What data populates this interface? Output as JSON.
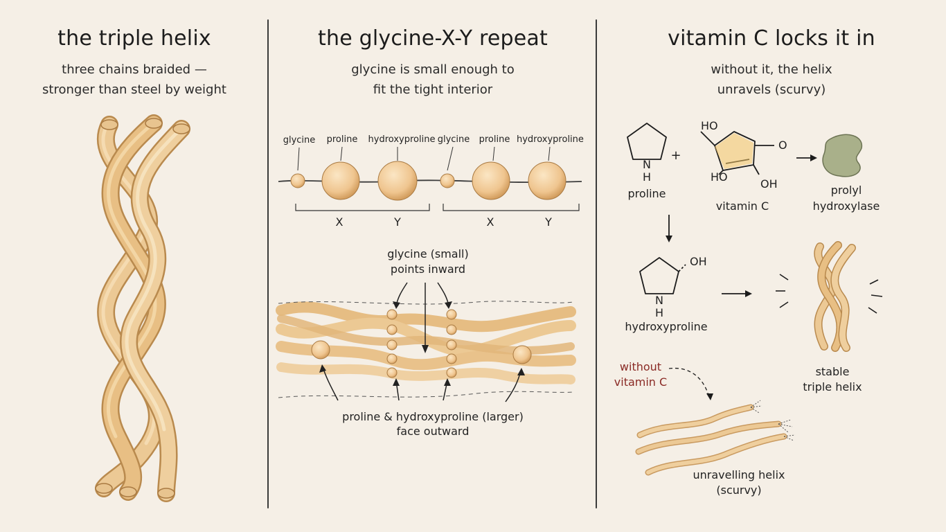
{
  "panels": {
    "helix": {
      "title": "the triple helix",
      "subtitle_line1": "three chains braided —",
      "subtitle_line2": "stronger than steel by weight"
    },
    "repeat": {
      "title": "the glycine-X-Y repeat",
      "subtitle_line1": "glycine is small enough to",
      "subtitle_line2": "fit the tight interior",
      "residue_labels": [
        "glycine",
        "proline",
        "hydroxyproline",
        "glycine",
        "proline",
        "hydroxyproline"
      ],
      "bracket_labels": [
        "X",
        "Y",
        "X",
        "Y"
      ],
      "glycine_note_line1": "glycine (small)",
      "glycine_note_line2": "points inward",
      "outer_note_line1": "proline & hydroxyproline (larger)",
      "outer_note_line2": "face outward"
    },
    "vitaminc": {
      "title": "vitamin C locks it in",
      "subtitle_line1": "without it, the helix",
      "subtitle_line2": "unravels (scurvy)",
      "proline_label": "proline",
      "plus": "+",
      "vitamin_c_label": "vitamin C",
      "enzyme_line1": "prolyl",
      "enzyme_line2": "hydroxylase",
      "hydroxyproline_label": "hydroxyproline",
      "stable_line1": "stable",
      "stable_line2": "triple helix",
      "without_line1": "without",
      "without_line2": "vitamin C",
      "unravel_line1": "unravelling helix",
      "unravel_line2": "(scurvy)",
      "atoms": {
        "N": "N",
        "H": "H",
        "HO": "HO",
        "OH": "OH",
        "O": "O"
      }
    }
  },
  "colors": {
    "background": "#f5efe6",
    "strand": "#e9c48c",
    "strand_dark": "#c9975a",
    "enzyme": "#a9b08a",
    "warning_red": "#8a2a25"
  }
}
